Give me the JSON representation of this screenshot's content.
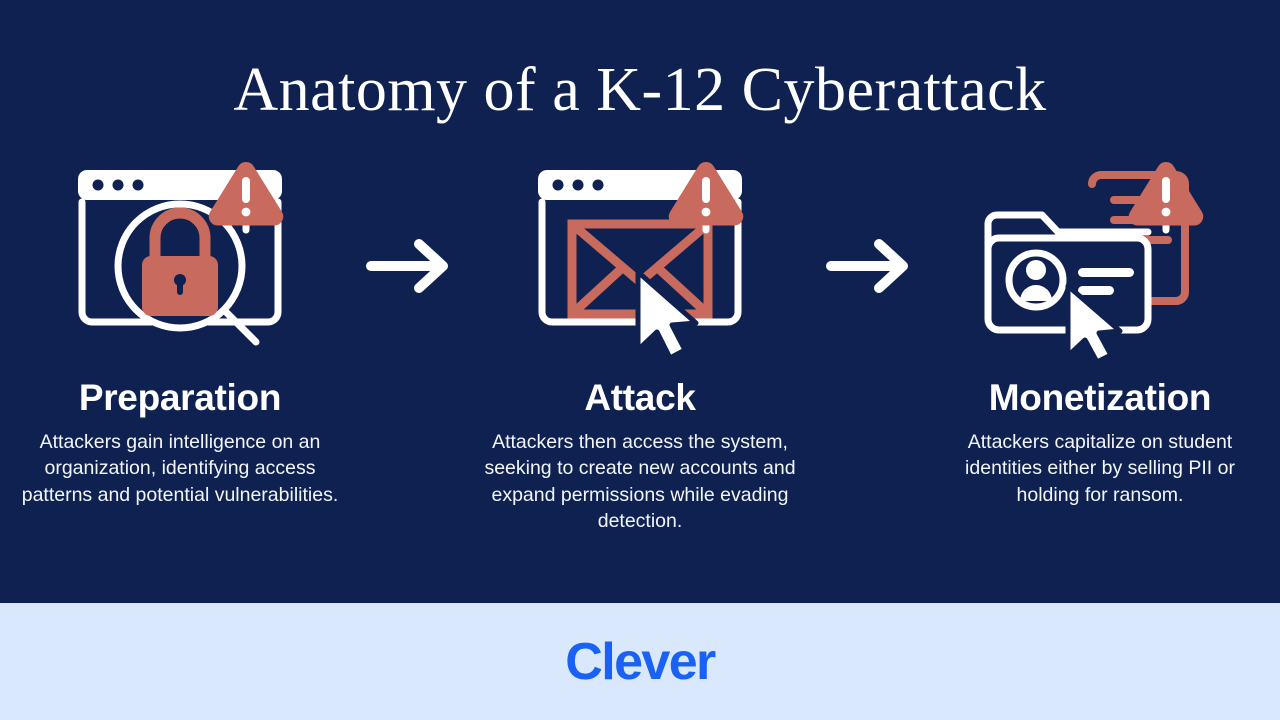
{
  "page": {
    "title": "Anatomy of a K-12 Cyberattack",
    "background_color": "#0e2150",
    "footer_background_color": "#d9e8fc",
    "accent_color": "#c96a5e",
    "text_color": "#ffffff",
    "brand_color": "#1a62f5"
  },
  "steps": [
    {
      "id": "preparation",
      "title": "Preparation",
      "description": "Attackers gain intelligence on an organization, identifying access patterns and potential vulnerabilities.",
      "icon": "browser-window-magnifier-unlocked-padlock-warning-icon"
    },
    {
      "id": "attack",
      "title": "Attack",
      "description": "Attackers then access the system, seeking to create new accounts and expand permissions while evading detection.",
      "icon": "browser-window-envelope-cursor-warning-icon"
    },
    {
      "id": "monetization",
      "title": "Monetization",
      "description": "Attackers capitalize on student identities either by selling PII or holding for ransom.",
      "icon": "folder-identity-document-cursor-warning-icon"
    }
  ],
  "connectors": [
    {
      "id": "arrow-1",
      "icon": "arrow-right-icon"
    },
    {
      "id": "arrow-2",
      "icon": "arrow-right-icon"
    }
  ],
  "footer": {
    "logo_text": "Clever"
  }
}
